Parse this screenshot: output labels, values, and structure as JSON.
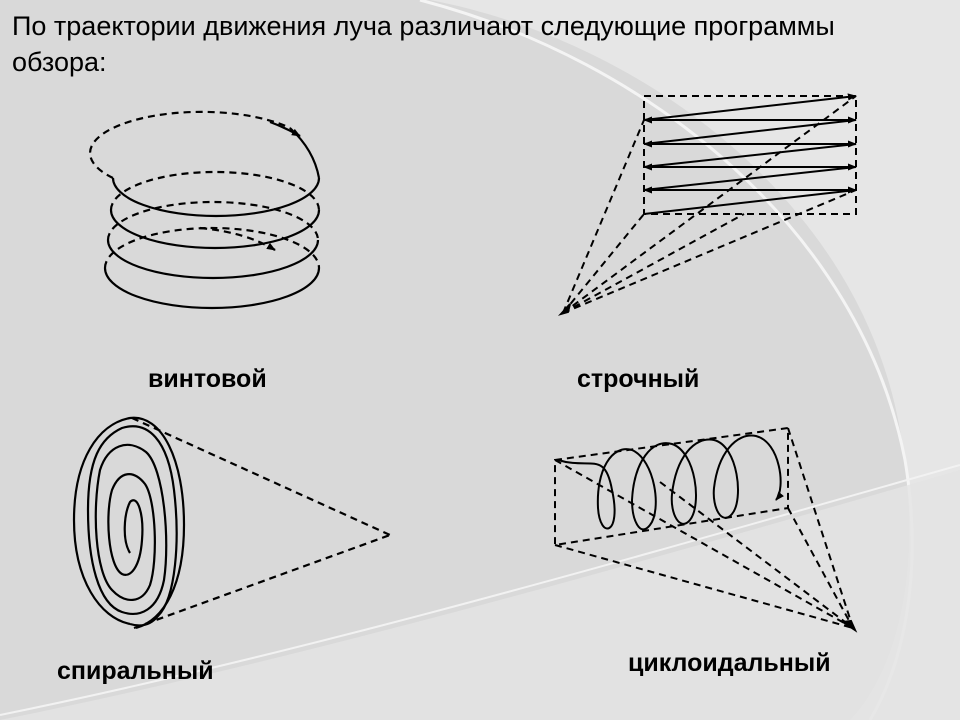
{
  "slide": {
    "title": "По траектории движения луча различают следующие программы обзора:",
    "colors": {
      "background": "#d9d9d9",
      "arc_light": "#ececec",
      "arc_white": "#ffffff",
      "stroke": "#000000"
    }
  },
  "scan_types": [
    {
      "id": "helical",
      "label": "винтовой"
    },
    {
      "id": "raster",
      "label": "строчный"
    },
    {
      "id": "spiral",
      "label": "спиральный"
    },
    {
      "id": "cycloidal",
      "label": "циклоидальный"
    }
  ]
}
